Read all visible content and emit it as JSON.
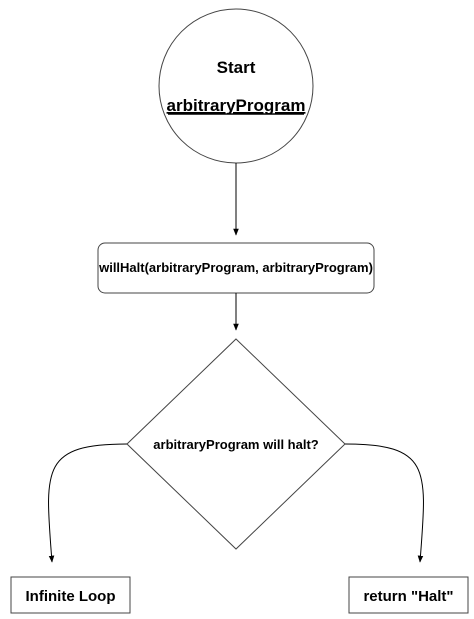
{
  "diagram": {
    "title": "",
    "nodes": {
      "start": {
        "line1": "Start",
        "line2": "arbitraryProgram"
      },
      "process": {
        "label": "willHalt(arbitraryProgram, arbitraryProgram)"
      },
      "decision": {
        "label": "arbitraryProgram will halt?"
      },
      "infinite_loop": {
        "label": "Infinite Loop"
      },
      "return_halt": {
        "label": "return \"Halt\""
      }
    },
    "edges": [
      {
        "from": "start",
        "to": "process"
      },
      {
        "from": "process",
        "to": "decision"
      },
      {
        "from": "decision",
        "to": "infinite_loop"
      },
      {
        "from": "decision",
        "to": "return_halt"
      }
    ],
    "colors": {
      "stroke": "#444444",
      "text": "#000000",
      "fill": "#ffffff"
    }
  }
}
